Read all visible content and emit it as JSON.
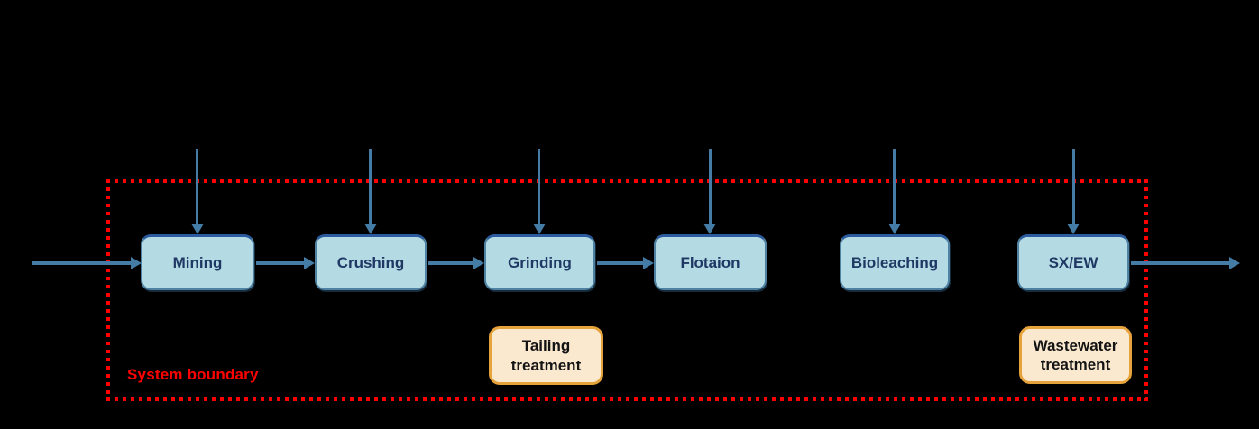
{
  "flow": {
    "steps": [
      {
        "label": "Mining"
      },
      {
        "label": "Crushing"
      },
      {
        "label": "Grinding"
      },
      {
        "label": "Flotaion"
      },
      {
        "label": "Bioleaching"
      },
      {
        "label": "SX/EW"
      }
    ],
    "treatments": [
      {
        "label": "Tailing treatment"
      },
      {
        "label": "Wastewater treatment"
      }
    ],
    "boundary_label": "System boundary",
    "colors": {
      "background": "#000000",
      "process_box_fill": "#B4DAE3",
      "process_box_border": "#4E81A2",
      "process_box_border_top": "#2B5B9E",
      "process_box_text": "#1F3864",
      "arrow": "#447CA6",
      "boundary_red": "#FF0000",
      "treatment_box_fill": "#FBE9CF",
      "treatment_box_border": "#E6A33C",
      "treatment_box_text": "#141414"
    }
  }
}
